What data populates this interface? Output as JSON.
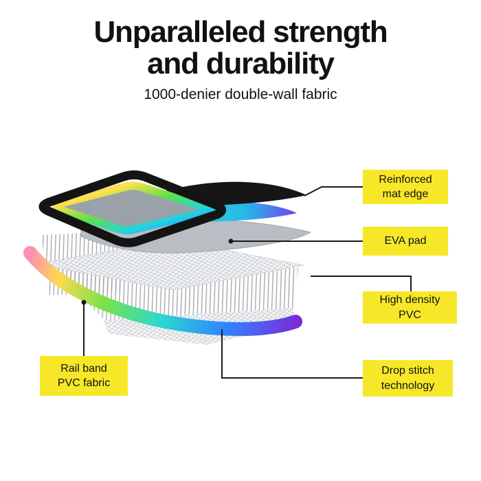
{
  "header": {
    "title_line1": "Unparalleled strength",
    "title_line2": "and durability",
    "subtitle": "1000-denier double-wall fabric"
  },
  "callouts": {
    "reinforced_mat_edge": {
      "label": "Reinforced\nmat edge"
    },
    "eva_pad": {
      "label": "EVA pad"
    },
    "high_density_pvc": {
      "label": "High density\nPVC"
    },
    "drop_stitch_technology": {
      "label": "Drop stitch\ntechnology"
    },
    "rail_band_pvc_fabric": {
      "label": "Rail band\nPVC fabric"
    }
  },
  "colors": {
    "label_bg": "#F6E829",
    "title": "#111111",
    "connector_line": "#1A1A1A"
  }
}
